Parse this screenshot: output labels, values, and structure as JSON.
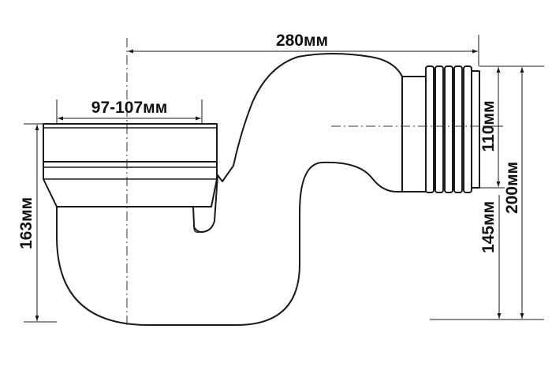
{
  "dimensions": {
    "total_length": "280мм",
    "inlet_diameter": "97-107мм",
    "inlet_height": "163мм",
    "outlet_diameter": "110мм",
    "outlet_axis_height": "145мм",
    "outlet_top_height": "200мм"
  },
  "colors": {
    "line": "#1a1a1a",
    "background": "#ffffff"
  }
}
